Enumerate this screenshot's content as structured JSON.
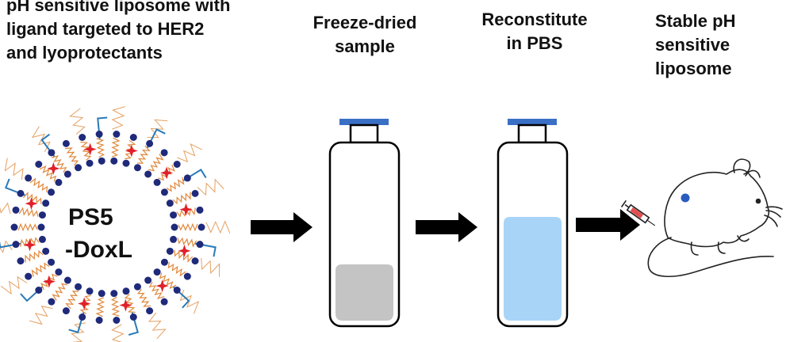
{
  "labels": {
    "liposome": [
      "pH sensitive liposome with",
      "ligand targeted to HER2",
      "and lyoprotectants"
    ],
    "freeze_dried": [
      "Freeze-dried",
      "sample"
    ],
    "reconstitute": [
      "Reconstitute",
      "in PBS"
    ],
    "stable": [
      "Stable pH",
      "sensitive",
      "liposome"
    ]
  },
  "liposome_core": [
    "PS5",
    "-DoxL"
  ],
  "colors": {
    "headgroup": "#1f2a7a",
    "lipid_tail": "#e0883a",
    "ligand_linker": "#2a7ab8",
    "drug_star": "#e0202a",
    "vial_cap": "#3a6fc6",
    "freeze_dried_cake": "#c4c4c4",
    "reconstituted_solution": "#a8d4f8",
    "arrow": "#000000",
    "mouse_spot": "#2a5bc0"
  }
}
